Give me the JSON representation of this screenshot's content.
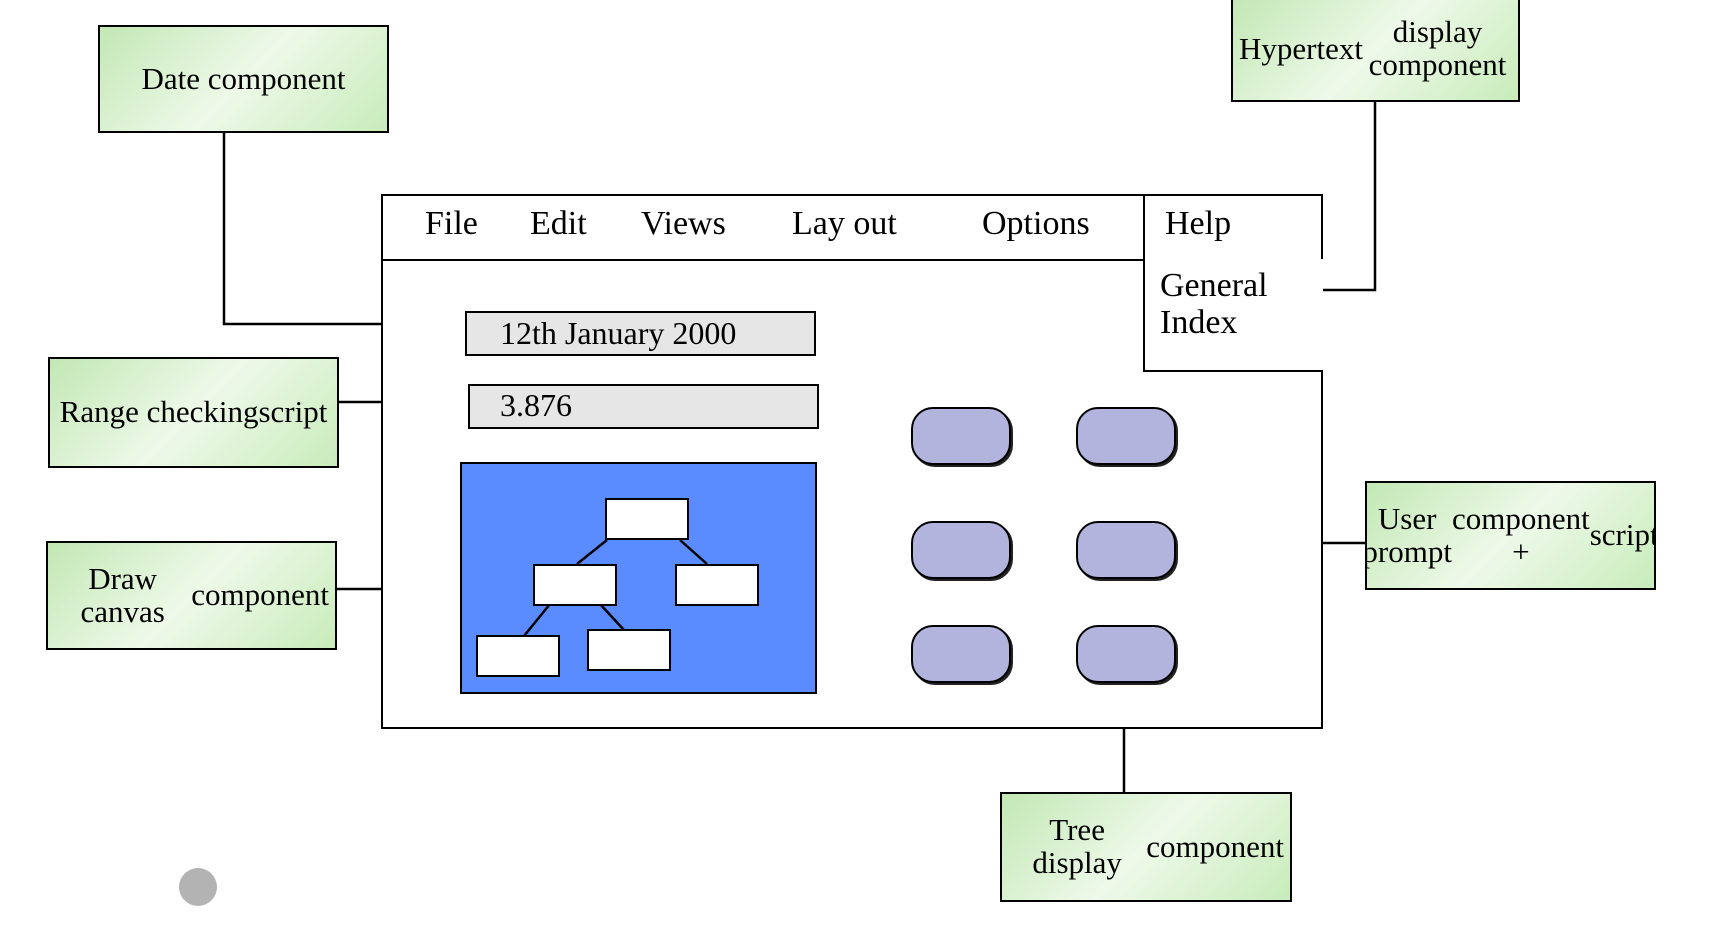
{
  "callouts": {
    "date": [
      "Date component"
    ],
    "hypertext": [
      "Hypertext",
      "display component"
    ],
    "range": [
      "Range checking",
      "script"
    ],
    "canvas": [
      "Draw canvas",
      "component"
    ],
    "prompt": [
      "User prompt",
      "component +",
      "script"
    ],
    "tree": [
      "Tree display",
      "component"
    ]
  },
  "menu": {
    "file": "File",
    "edit": "Edit",
    "views": "Views",
    "layout": "Lay out",
    "options": "Options",
    "help": "Help"
  },
  "help_menu": {
    "general": "General",
    "index": "Index"
  },
  "fields": {
    "date_value": "12th January 2000",
    "range_value": "3.876"
  },
  "colors": {
    "callout_fill": "#d6f0cc",
    "canvas_fill": "#5b8cff",
    "button_fill": "#b3b4dd",
    "field_fill": "#e6e6e6"
  }
}
